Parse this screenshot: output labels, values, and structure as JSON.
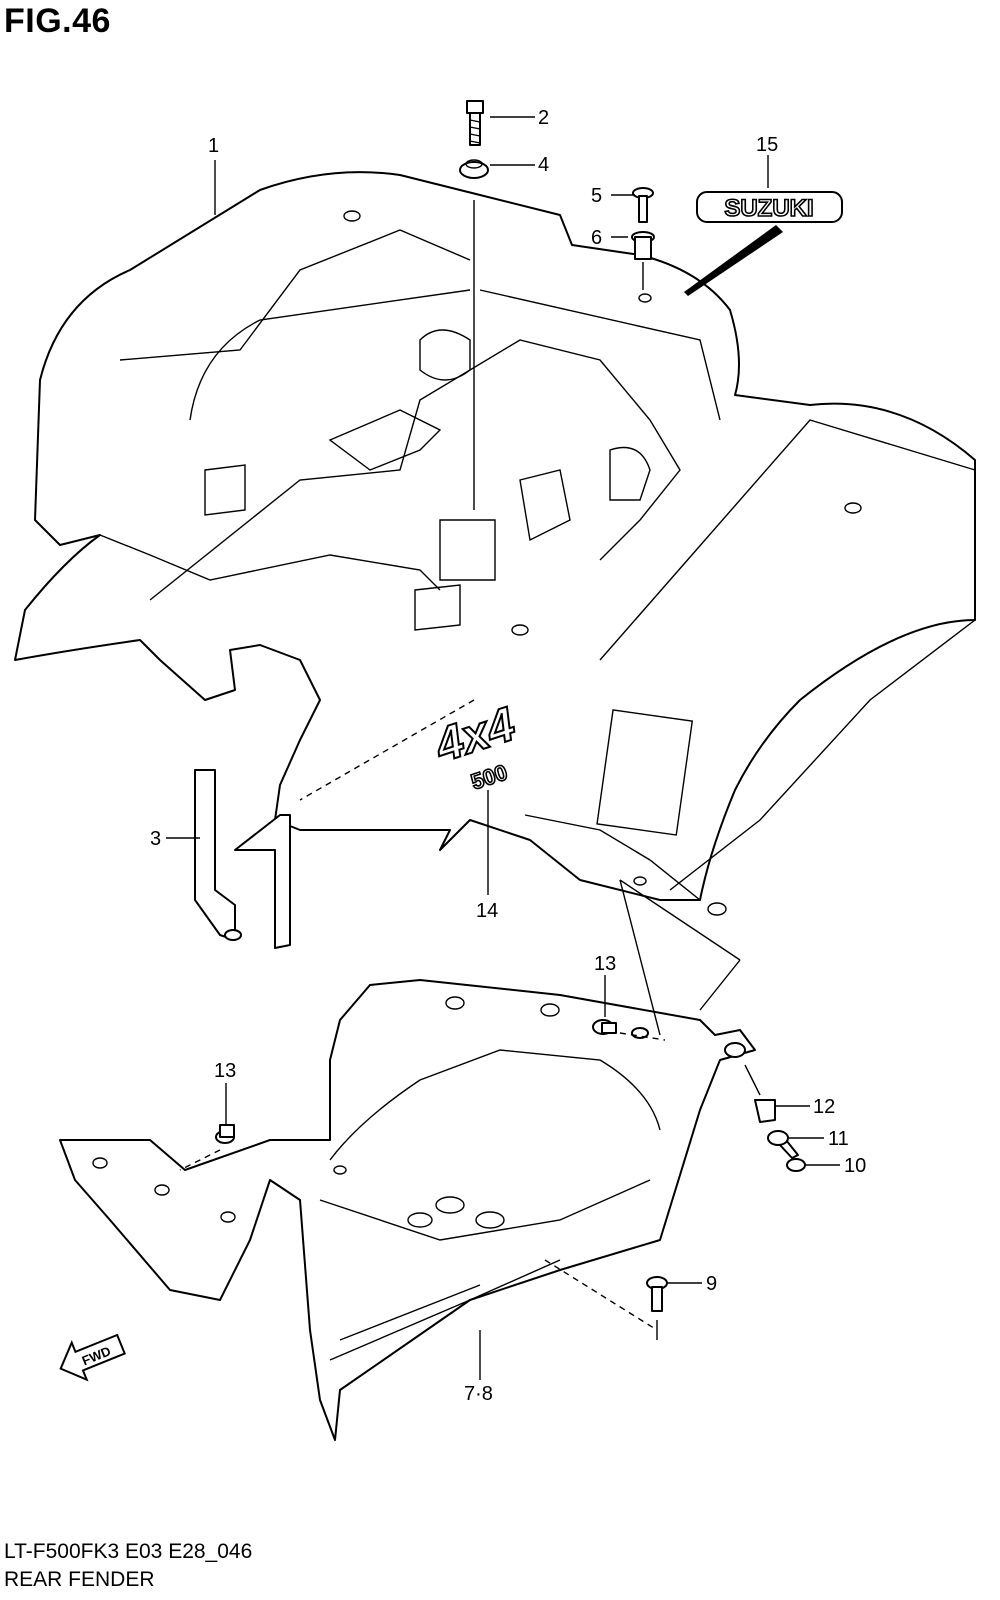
{
  "figure": {
    "title": "FIG.46",
    "model_code": "LT-F500FK3 E03 E28_046",
    "name": "REAR FENDER"
  },
  "callouts": {
    "c1": "1",
    "c2": "2",
    "c3": "3",
    "c4": "4",
    "c5": "5",
    "c6": "6",
    "c78": "7·8",
    "c9": "9",
    "c10": "10",
    "c11": "11",
    "c12": "12",
    "c13a": "13",
    "c13b": "13",
    "c14": "14",
    "c15": "15"
  },
  "emblems": {
    "suzuki": "SUZUKI",
    "model_4x4": "4x4",
    "model_500": "500",
    "fwd": "FWD"
  },
  "icons": [
    "fwd-arrow-icon"
  ]
}
